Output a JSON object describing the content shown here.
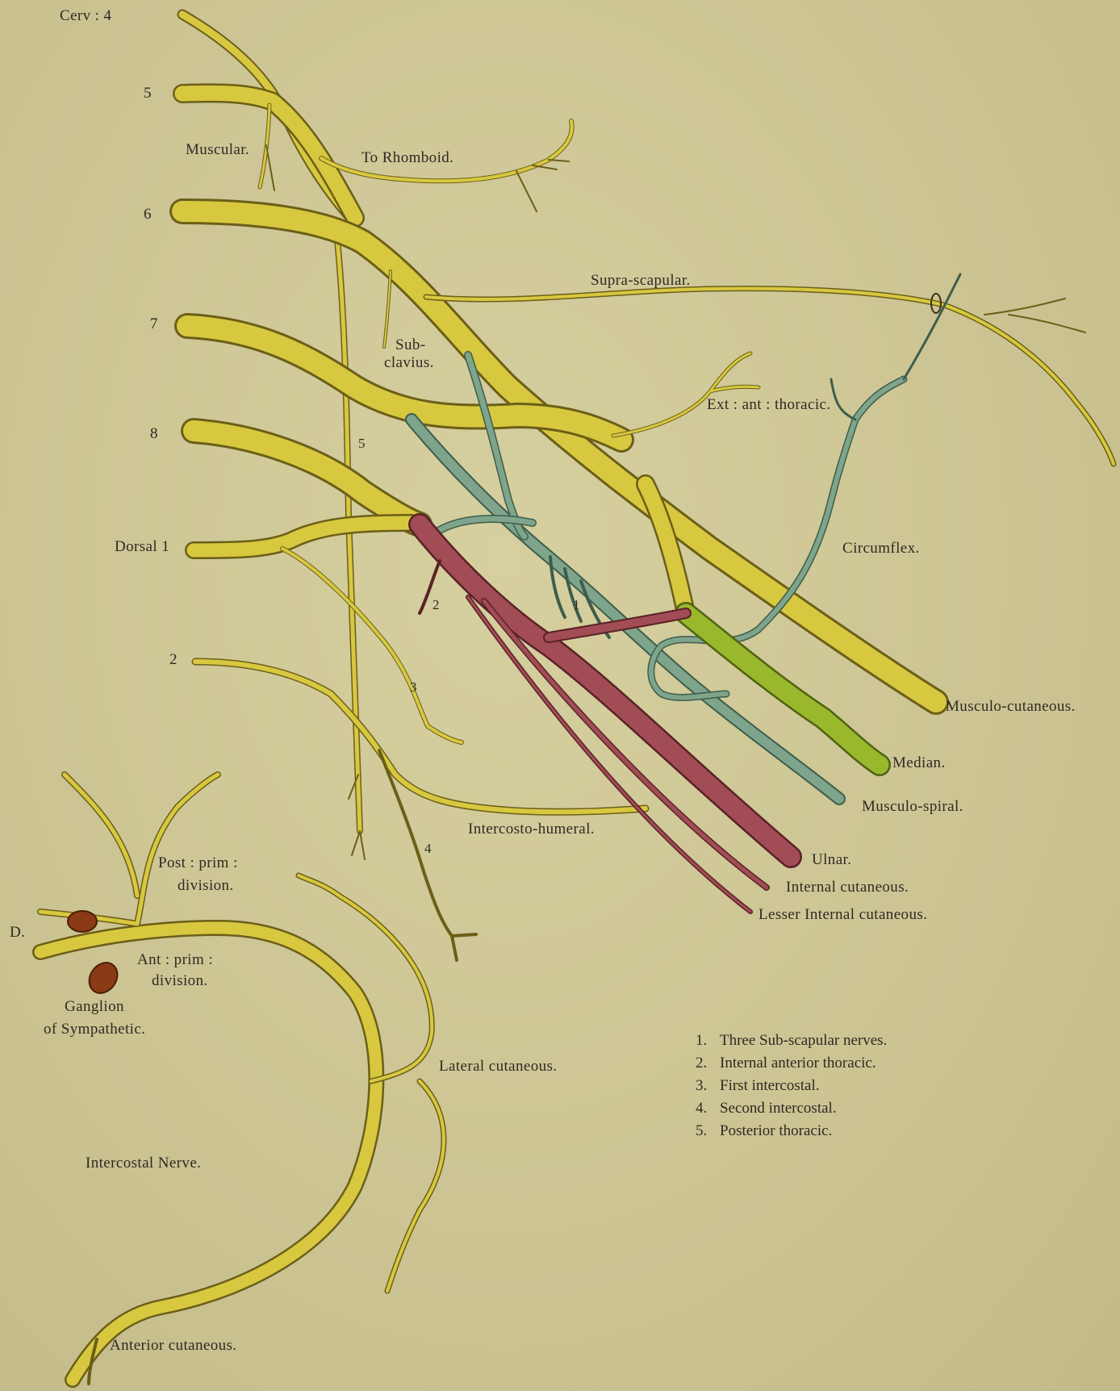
{
  "colors": {
    "background": "#cdc594",
    "nerve_yellow": "#d8c840",
    "nerve_outline": "#6b5f18",
    "cord_posterior_teal": "#7ea58c",
    "cord_median_green": "#9ab82c",
    "cord_medial_red": "#a24c56",
    "ganglion": "#8a3a14",
    "ink": "#2e2a24"
  },
  "root_labels": {
    "cerv4": "Cerv : 4",
    "c5": "5",
    "c6": "6",
    "c7": "7",
    "c8": "8",
    "dorsal1": "Dorsal 1",
    "d2": "2",
    "d_letter": "D."
  },
  "nerve_labels": {
    "muscular": "Muscular.",
    "to_rhomboid": "To Rhomboid.",
    "supra_scapular": "Supra-scapular.",
    "subclavius_1": "Sub-",
    "subclavius_2": "clavius.",
    "ext_ant_thoracic": "Ext : ant : thoracic.",
    "circumflex": "Circumflex.",
    "musculo_cutaneous": "Musculo-cutaneous.",
    "median": "Median.",
    "musculo_spiral": "Musculo-spiral.",
    "ulnar": "Ulnar.",
    "internal_cutaneous": "Internal cutaneous.",
    "lesser_internal_cutaneous": "Lesser Internal cutaneous.",
    "intercosto_humeral": "Intercosto-humeral.",
    "post_prim_1": "Post : prim :",
    "post_prim_2": "division.",
    "ant_prim_1": "Ant : prim :",
    "ant_prim_2": "division.",
    "ganglion_1": "Ganglion",
    "ganglion_2": "of Sympathetic.",
    "intercostal_nerve": "Intercostal Nerve.",
    "lateral_cutaneous": "Lateral cutaneous.",
    "anterior_cutaneous": "Anterior cutaneous."
  },
  "branch_numbers": {
    "n1": "1",
    "n2": "2",
    "n3": "3",
    "n4": "4",
    "n5": "5"
  },
  "legend": [
    {
      "num": "1.",
      "text": "Three Sub-scapular nerves."
    },
    {
      "num": "2.",
      "text": "Internal anterior thoracic."
    },
    {
      "num": "3.",
      "text": "First intercostal."
    },
    {
      "num": "4.",
      "text": "Second intercostal."
    },
    {
      "num": "5.",
      "text": "Posterior thoracic."
    }
  ]
}
